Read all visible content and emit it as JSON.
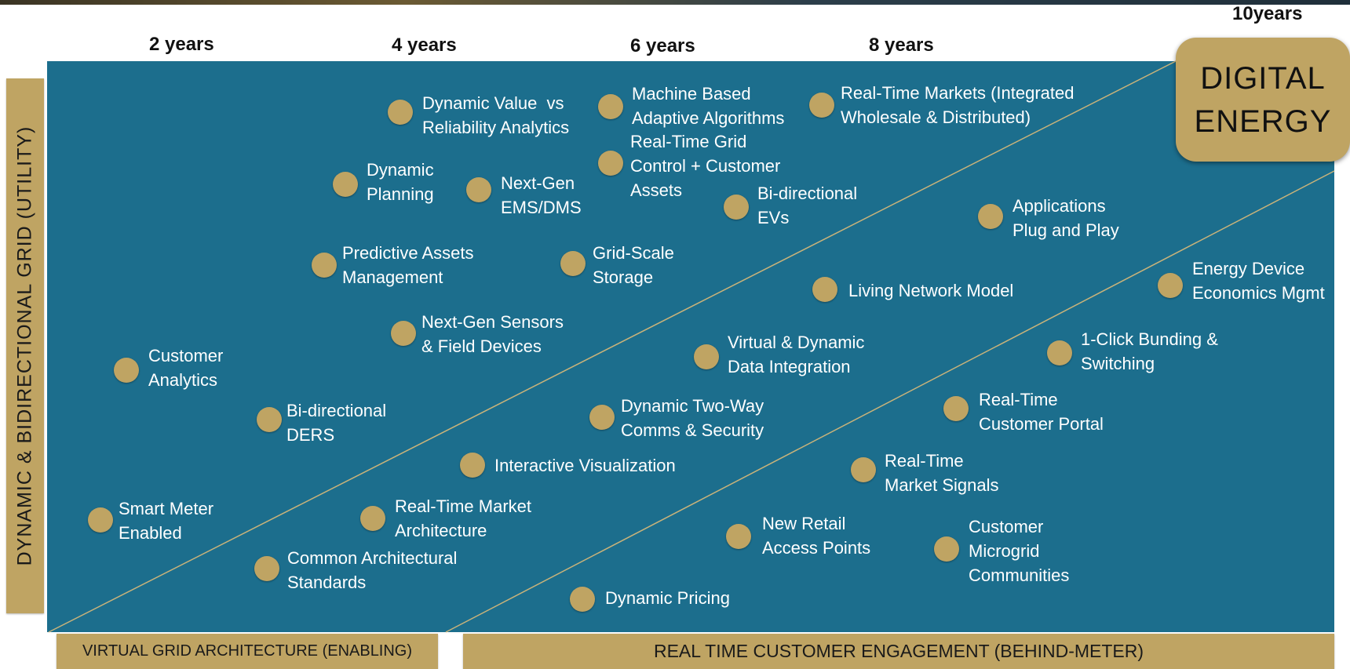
{
  "years": [
    "2 years",
    "4 years",
    "6 years",
    "8 years",
    "10years"
  ],
  "vertical_axis_label": "DYNAMIC & BIDIRECTIONAL GRID (UTILITY)",
  "bottom_left_label": "VIRTUAL GRID ARCHITECTURE (ENABLING)",
  "bottom_right_label": "REAL TIME CUSTOMER ENGAGEMENT (BEHIND-METER)",
  "badge": {
    "line1": "DIGITAL",
    "line2": "ENERGY"
  },
  "colors": {
    "panel": "#1c6e8d",
    "gold": "#bfa463",
    "label_text": "#ffffff"
  },
  "items": [
    "Dynamic Value  vs\nReliability Analytics",
    "Machine Based\nAdaptive Algorithms",
    "Real-Time Markets (Integrated\nWholesale & Distributed)",
    "Real-Time Grid\nControl + Customer\nAssets",
    "Dynamic\nPlanning",
    "Next-Gen\nEMS/DMS",
    "Bi-directional\nEVs",
    "Applications\nPlug and Play",
    "Predictive Assets\nManagement",
    "Grid-Scale\nStorage",
    "Living Network Model",
    "Energy Device\nEconomics Mgmt",
    "Next-Gen Sensors\n& Field Devices",
    "Customer\nAnalytics",
    "Virtual & Dynamic\nData Integration",
    "1-Click Bunding &\nSwitching",
    "Bi-directional\nDERS",
    "Dynamic Two-Way\nComms & Security",
    "Real-Time\nCustomer Portal",
    "Interactive Visualization",
    "Real-Time\nMarket Signals",
    "Smart Meter\nEnabled",
    "Real-Time Market\nArchitecture",
    "New Retail\nAccess Points",
    "Customer\nMicrogrid\nCommunities",
    "Common Architectural\nStandards",
    "Dynamic Pricing"
  ]
}
